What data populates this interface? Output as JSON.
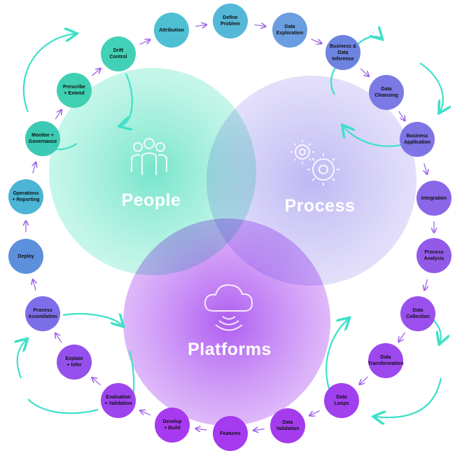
{
  "circles": {
    "people": {
      "label": "People",
      "color": "#5fe0c2",
      "icon": "people-icon"
    },
    "process": {
      "label": "Process",
      "color": "#a8a0f0",
      "icon": "gears-icon"
    },
    "platforms": {
      "label": "Platforms",
      "color": "#b45cf2",
      "icon": "cloud-signal-icon"
    }
  },
  "steps": [
    {
      "id": "attribution",
      "label": "Attribution",
      "color": "#4fc0d4"
    },
    {
      "id": "define-problem",
      "label": "Define\nProblem",
      "color": "#56b8d8"
    },
    {
      "id": "data-exploration",
      "label": "Data\nExploration",
      "color": "#6a9ee0"
    },
    {
      "id": "business-data-inference",
      "label": "Business &\nData Inference",
      "color": "#6c84e0"
    },
    {
      "id": "data-cleansing",
      "label": "Data\nCleansing",
      "color": "#7b7ae4"
    },
    {
      "id": "business-application",
      "label": "Business\nApplication",
      "color": "#7f74e6"
    },
    {
      "id": "integration",
      "label": "Integration",
      "color": "#8a66e8"
    },
    {
      "id": "process-analysis",
      "label": "Process\nAnalysis",
      "color": "#935aea"
    },
    {
      "id": "data-collection",
      "label": "Data\nCollection",
      "color": "#9a50ec"
    },
    {
      "id": "data-transformation",
      "label": "Data\nTransformation",
      "color": "#9d48ee"
    },
    {
      "id": "data-loops",
      "label": "Data\nLoops",
      "color": "#a040ee"
    },
    {
      "id": "data-validation",
      "label": "Data\nValidation",
      "color": "#a43cee"
    },
    {
      "id": "features",
      "label": "Features",
      "color": "#a53aee"
    },
    {
      "id": "develop-build",
      "label": "Develop\n+ Build",
      "color": "#a73aef"
    },
    {
      "id": "evaluation-validation",
      "label": "Evaluation\n+ Validation",
      "color": "#9d44ee"
    },
    {
      "id": "explain-infer",
      "label": "Explain\n+ Infer",
      "color": "#9450ec"
    },
    {
      "id": "process-assimilation",
      "label": "Process\nAssimilation",
      "color": "#7c6ee8"
    },
    {
      "id": "deploy",
      "label": "Deploy",
      "color": "#5c90dc"
    },
    {
      "id": "operations-reporting",
      "label": "Operations\n+ Reporting",
      "color": "#4cb4d4"
    },
    {
      "id": "monitor-governance",
      "label": "Monitor +\nGovernance",
      "color": "#3ccab4"
    },
    {
      "id": "prescribe-extend",
      "label": "Prescribe\n+ Extend",
      "color": "#3fd0b2"
    },
    {
      "id": "drift-control",
      "label": "Drift\nControl",
      "color": "#42d0b6"
    }
  ],
  "colors": {
    "loop": "#3fe0c8",
    "arrow": "#9b5ce8"
  }
}
